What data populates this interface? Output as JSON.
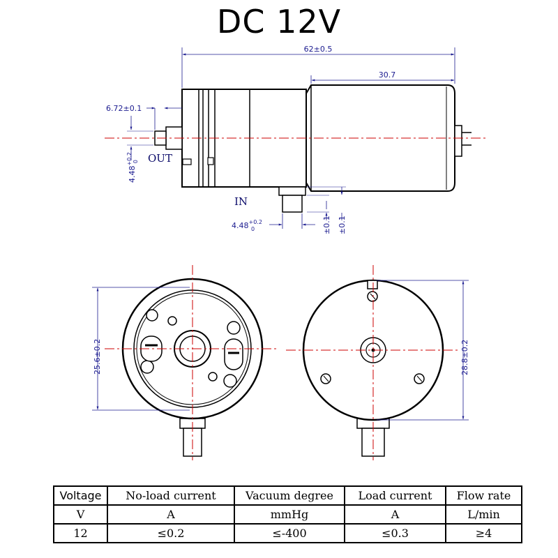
{
  "title": "DC 12V",
  "side_view": {
    "length_dim": "62±0.5",
    "motor_len_dim": "30.7",
    "shaft_len_dim": "6.72±0.1",
    "out_label": "OUT",
    "in_label": "IN",
    "out_nozzle_dim": "4.48",
    "in_nozzle_dim": "4.48",
    "tol_upper": "+0.2",
    "tol_lower": "0",
    "tol_a": "±0.1",
    "tol_b": "±0.1"
  },
  "front_view": {
    "pump_dia_dim": "25.6±0.2",
    "motor_dia_dim": "28.8±0.2"
  },
  "spec_table": {
    "headers": [
      "Voltage",
      "No-load current",
      "Vacuum degree",
      "Load current",
      "Flow rate"
    ],
    "units": [
      "V",
      "A",
      "mmHg",
      "A",
      "L/min"
    ],
    "values": [
      "12",
      "≤0.2",
      "≤-400",
      "≤0.3",
      "≥4"
    ]
  }
}
